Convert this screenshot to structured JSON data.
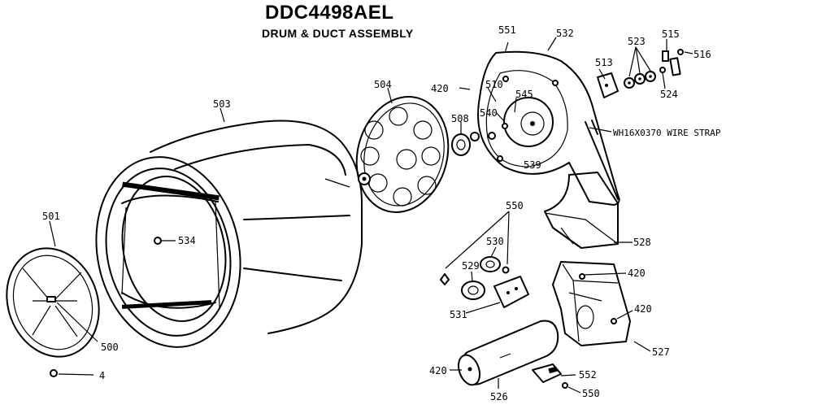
{
  "header": {
    "model": "DDC4498AEL",
    "assembly": "DRUM & DUCT ASSEMBLY"
  },
  "callouts": {
    "p501": "501",
    "p500": "500",
    "p4": "4",
    "p503": "503",
    "p534": "534",
    "p504": "504",
    "p420a": "420",
    "p508": "508",
    "p510": "510",
    "p540": "540",
    "p545": "545",
    "p539": "539",
    "p551": "551",
    "p532": "532",
    "p513": "513",
    "p523": "523",
    "p515": "515",
    "p516": "516",
    "p524": "524",
    "wire_strap": "WH16X0370 WIRE STRAP",
    "p528": "528",
    "p550a": "550",
    "p530": "530",
    "p529": "529",
    "p531": "531",
    "p420b": "420",
    "p420c": "420",
    "p527": "527",
    "p420d": "420",
    "p526": "526",
    "p552": "552",
    "p550b": "550"
  }
}
